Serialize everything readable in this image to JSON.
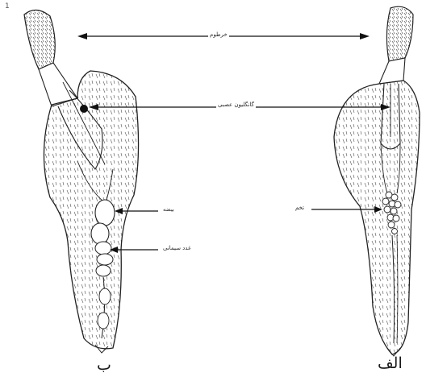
{
  "labels": {
    "proboscis": "خرطوم",
    "nerve_ganglion": "گانگلیون عصبی",
    "testis": "بیضه",
    "cement_gland": "غدد سیمانی",
    "eggs": "تخم"
  },
  "panels": {
    "left": "ب",
    "right": "الف"
  },
  "figure_number": "1"
}
